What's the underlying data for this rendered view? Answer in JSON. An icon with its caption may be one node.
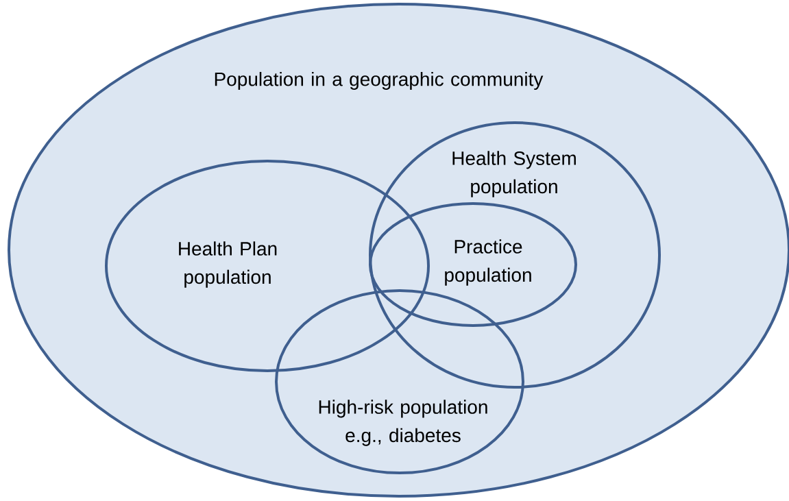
{
  "diagram": {
    "nodes": [
      {
        "text": [
          "Population in a geographic community"
        ]
      },
      {
        "text": [
          "Health Plan population"
        ],
        "in": 0
      },
      {
        "text": [
          "Health System population"
        ],
        "in": 0
      },
      {
        "text": [
          "Practice population"
        ],
        "in": 2
      },
      {
        "text": [
          "High-risk population e.g., diabetes"
        ],
        "in": 0
      }
    ]
  }
}
